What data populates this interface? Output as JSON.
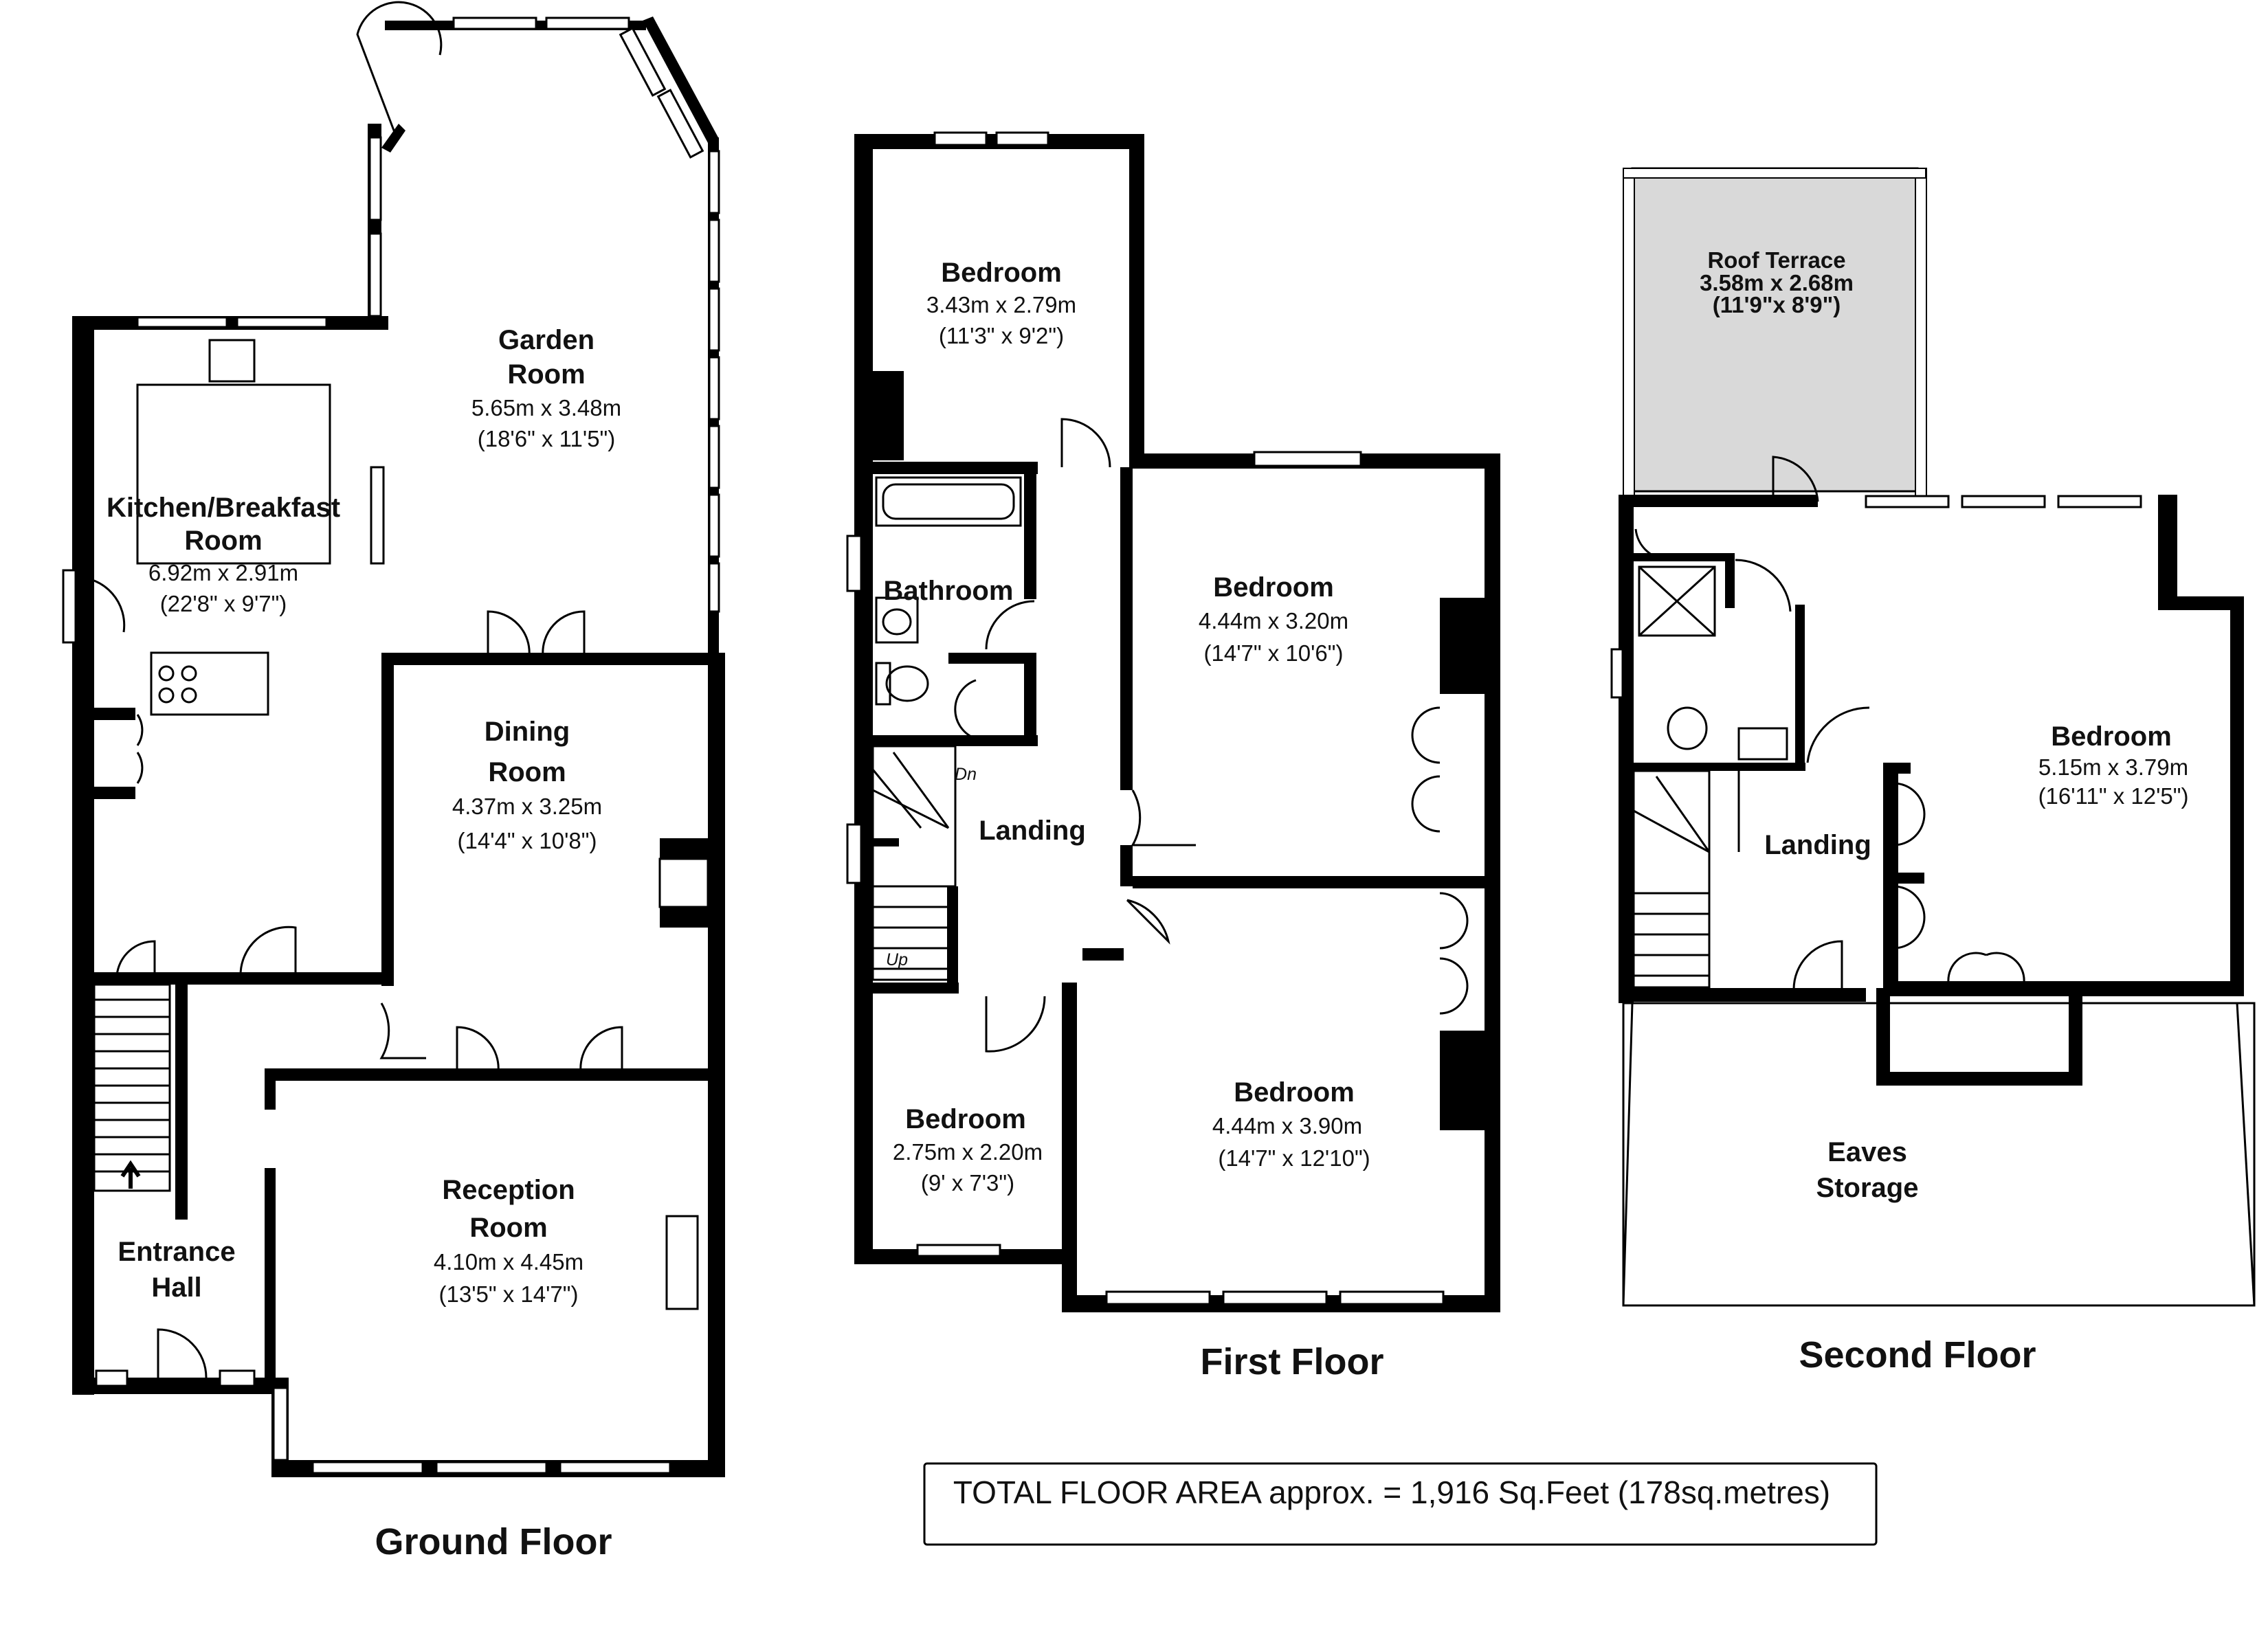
{
  "floors": {
    "ground": {
      "label": "Ground Floor",
      "rooms": {
        "garden": {
          "name1": "Garden",
          "name2": "Room",
          "dim": "5.65m x 3.48m",
          "imp": "(18'6\" x 11'5\")"
        },
        "kitchen": {
          "name1": "Kitchen/Breakfast",
          "name2": "Room",
          "dim": "6.92m x 2.91m",
          "imp": "(22'8\" x 9'7\")"
        },
        "dining": {
          "name1": "Dining",
          "name2": "Room",
          "dim": "4.37m x 3.25m",
          "imp": "(14'4\" x 10'8\")"
        },
        "reception": {
          "name1": "Reception",
          "name2": "Room",
          "dim": "4.10m x 4.45m",
          "imp": "(13'5\" x 14'7\")"
        },
        "hall": {
          "name1": "Entrance",
          "name2": "Hall"
        }
      }
    },
    "first": {
      "label": "First Floor",
      "rooms": {
        "bed_rear": {
          "name": "Bedroom",
          "dim": "3.43m x 2.79m",
          "imp": "(11'3\" x 9'2\")"
        },
        "bathroom": {
          "name": "Bathroom"
        },
        "landing": {
          "name": "Landing",
          "dn": "Dn",
          "up": "Up"
        },
        "bed_mid": {
          "name": "Bedroom",
          "dim": "4.44m x 3.20m",
          "imp": "(14'7\" x 10'6\")"
        },
        "bed_front": {
          "name": "Bedroom",
          "dim": "4.44m x 3.90m",
          "imp": "(14'7\" x 12'10\")"
        },
        "bed_small": {
          "name": "Bedroom",
          "dim": "2.75m x 2.20m",
          "imp": "(9' x 7'3\")"
        }
      }
    },
    "second": {
      "label": "Second Floor",
      "rooms": {
        "terrace": {
          "name": "Roof Terrace",
          "dim": "3.58m x 2.68m",
          "imp": "(11'9\"x 8'9\")"
        },
        "bedroom": {
          "name": "Bedroom",
          "dim": "5.15m x 3.79m",
          "imp": "(16'11\" x 12'5\")"
        },
        "landing": {
          "name": "Landing"
        },
        "eaves": {
          "name1": "Eaves",
          "name2": "Storage"
        }
      }
    }
  },
  "total_area": "TOTAL FLOOR AREA approx. = 1,916 Sq.Feet (178sq.metres)",
  "colors": {
    "wall": "#000000",
    "terrace_fill": "#d9d9d9",
    "background": "#ffffff"
  }
}
